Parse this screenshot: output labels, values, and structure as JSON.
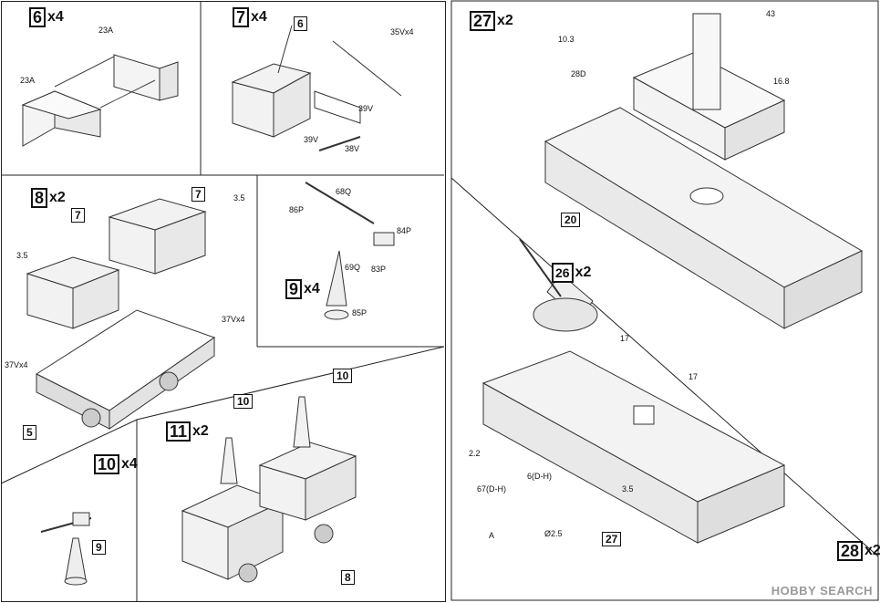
{
  "steps": {
    "s6": {
      "num": "6",
      "mult": "x4"
    },
    "s7": {
      "num": "7",
      "mult": "x4"
    },
    "s8": {
      "num": "8",
      "mult": "x2"
    },
    "s9": {
      "num": "9",
      "mult": "x4"
    },
    "s10": {
      "num": "10",
      "mult": "x4"
    },
    "s11": {
      "num": "11",
      "mult": "x2"
    },
    "s26": {
      "num": "26",
      "mult": "x2"
    },
    "s27": {
      "num": "27",
      "mult": "x2"
    },
    "s28": {
      "num": "28",
      "mult": "x2"
    }
  },
  "parts": {
    "p23a_1": "23A",
    "p23a_2": "23A",
    "p6": "6",
    "p35v": "35Vx4",
    "p39v_1": "39V",
    "p39v_2": "39V",
    "p38v": "38V",
    "p7a": "7",
    "p7b": "7",
    "p35": "3.5",
    "p35b": "3.5",
    "p37a": "37Vx4",
    "p37b": "37Vx4",
    "p68q": "68Q",
    "p86p": "86P",
    "p84p": "84P",
    "p83p": "83P",
    "p69q": "69Q",
    "p85p": "85P",
    "p5": "5",
    "p10a": "10",
    "p10b": "10",
    "p8": "8",
    "p9": "9",
    "p43": "43",
    "p103": "10.3",
    "p28d": "28D",
    "p168": "16.8",
    "p20": "20",
    "p17a": "17",
    "p17b": "17",
    "p22": "2.2",
    "p67": "67(D-H)",
    "p6dh": "6(D-H)",
    "pA": "A",
    "p35c": "3.5",
    "p25": "Ø2.5",
    "p27": "27"
  },
  "watermark": "HOBBY SEARCH"
}
